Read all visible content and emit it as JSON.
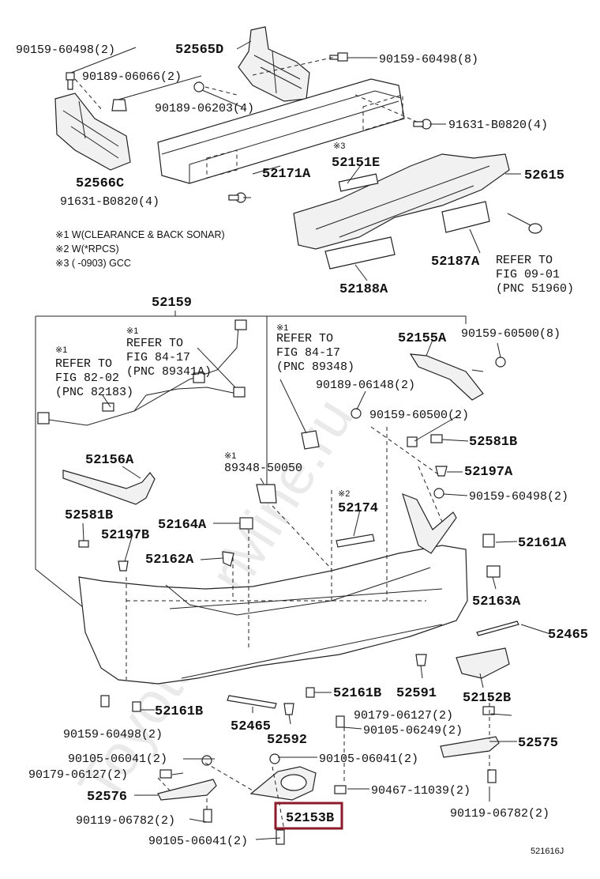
{
  "watermark": "ToyotaCarMine.ru",
  "figure_code": "521616J",
  "notes": [
    "※1 W(CLEARANCE & BACK SONAR)",
    "※2 W(*RPCS)",
    "※3 (      -0903) GCC"
  ],
  "marks": {
    "m1": "※1",
    "m2": "※2",
    "m3": "※3"
  },
  "highlight": {
    "color": "#8b1a2b",
    "part": "52153B"
  },
  "labels": {
    "l_90159_60498_tl": "90159-60498(2)",
    "l_52565D": "52565D",
    "l_90159_60498_tr": "90159-60498(8)",
    "l_90189_06066": "90189-06066(2)",
    "l_90189_06203": "90189-06203(4)",
    "l_91631_B0820_r": "91631-B0820(4)",
    "l_52566C": "52566C",
    "l_52171A": "52171A",
    "l_52151E": "52151E",
    "l_52615": "52615",
    "l_91631_B0820_l": "91631-B0820(4)",
    "l_52187A": "52187A",
    "l_52188A": "52188A",
    "l_refer_0901_a": "REFER TO",
    "l_refer_0901_b": "FIG 09-01",
    "l_refer_0901_c": "(PNC 51960)",
    "l_52159": "52159",
    "l_refer_8417a_a": "REFER TO",
    "l_refer_8417a_b": "FIG 84-17",
    "l_refer_8417a_c": "(PNC 89341A)",
    "l_refer_8202_a": "REFER TO",
    "l_refer_8202_b": "FIG 82-02",
    "l_refer_8202_c": "(PNC 82183)",
    "l_refer_8417b_a": "REFER TO",
    "l_refer_8417b_b": "FIG 84-17",
    "l_refer_8417b_c": "(PNC 89348)",
    "l_52155A": "52155A",
    "l_90159_60500_8": "90159-60500(8)",
    "l_90189_06148": "90189-06148(2)",
    "l_90159_60500_2": "90159-60500(2)",
    "l_52581B_r": "52581B",
    "l_52156A": "52156A",
    "l_89348_50050": "89348-50050",
    "l_52197A": "52197A",
    "l_90159_60498_m": "90159-60498(2)",
    "l_52581B_l": "52581B",
    "l_52174": "52174",
    "l_52164A": "52164A",
    "l_52197B": "52197B",
    "l_52161A": "52161A",
    "l_52162A": "52162A",
    "l_52163A": "52163A",
    "l_52465_r": "52465",
    "l_52161B_l": "52161B",
    "l_52161B_m": "52161B",
    "l_52591": "52591",
    "l_52152B": "52152B",
    "l_90159_60498_bl": "90159-60498(2)",
    "l_52465_l": "52465",
    "l_90179_06127_r": "90179-06127(2)",
    "l_90105_06249": "90105-06249(2)",
    "l_52592": "52592",
    "l_52575": "52575",
    "l_90105_06041_l": "90105-06041(2)",
    "l_90105_06041_m": "90105-06041(2)",
    "l_90179_06127_l": "90179-06127(2)",
    "l_52576": "52576",
    "l_90467_11039": "90467-11039(2)",
    "l_52153B": "52153B",
    "l_90119_06782_r": "90119-06782(2)",
    "l_90119_06782_l": "90119-06782(2)",
    "l_90105_06041_b": "90105-06041(2)"
  }
}
